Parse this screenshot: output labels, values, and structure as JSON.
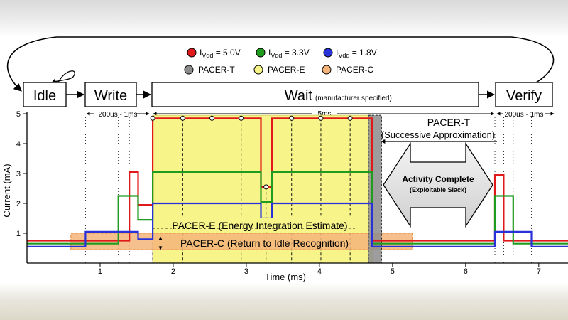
{
  "legend": {
    "series": [
      {
        "prefix": "I",
        "sub": "Vdd",
        "value": " = 5.0V",
        "color": "#e0191b"
      },
      {
        "prefix": "I",
        "sub": "Vdd",
        "value": " = 3.3V",
        "color": "#1f9b1f"
      },
      {
        "prefix": "I",
        "sub": "Vdd",
        "value": " = 1.8V",
        "color": "#2832d8"
      }
    ],
    "regions": [
      {
        "label": "PACER-T",
        "color": "#8c8c8c"
      },
      {
        "label": "PACER-E",
        "color": "#f7f58a"
      },
      {
        "label": "PACER-C",
        "color": "#f4b47a"
      }
    ]
  },
  "states": {
    "idle": "Idle",
    "write": "Write",
    "wait": "Wait",
    "wait_note": "(manufacturer specified)",
    "verify": "Verify"
  },
  "durations": {
    "write": "200us - 1ms",
    "wait": "5ms",
    "verify": "200us - 1ms"
  },
  "annotations": {
    "pacer_t_title": "PACER-T",
    "pacer_t_sub": "(Successive Approximation)",
    "activity_title": "Activity Complete",
    "activity_sub": "(Exploitable Slack)",
    "pacer_e": "PACER-E (Energy Integration Estimate)",
    "pacer_c": "PACER-C (Return to Idle Recognition)"
  },
  "chart_data": {
    "type": "line",
    "xlabel": "Time (ms)",
    "ylabel": "Current (mA)",
    "xlim": [
      0,
      7.4
    ],
    "ylim": [
      0,
      5
    ],
    "xticks": [
      1,
      2,
      3,
      4,
      5,
      6,
      7
    ],
    "yticks": [
      1,
      2,
      3,
      4,
      5
    ],
    "series": [
      {
        "name": "5.0V",
        "color": "#e0191b",
        "points": [
          [
            0,
            0.75
          ],
          [
            1.4,
            0.75
          ],
          [
            1.4,
            3.05
          ],
          [
            1.52,
            3.05
          ],
          [
            1.52,
            1.95
          ],
          [
            1.72,
            1.95
          ],
          [
            1.72,
            4.85
          ],
          [
            3.2,
            4.85
          ],
          [
            3.2,
            2.55
          ],
          [
            3.35,
            2.55
          ],
          [
            3.35,
            4.85
          ],
          [
            4.72,
            4.85
          ],
          [
            4.72,
            0.75
          ],
          [
            6.4,
            0.75
          ],
          [
            6.4,
            2.95
          ],
          [
            6.52,
            2.95
          ],
          [
            6.52,
            0.75
          ],
          [
            7.4,
            0.75
          ]
        ]
      },
      {
        "name": "3.3V",
        "color": "#1f9b1f",
        "points": [
          [
            0,
            0.65
          ],
          [
            1.25,
            0.65
          ],
          [
            1.25,
            2.25
          ],
          [
            1.52,
            2.25
          ],
          [
            1.52,
            1.45
          ],
          [
            1.72,
            1.45
          ],
          [
            1.72,
            3.05
          ],
          [
            3.2,
            3.05
          ],
          [
            3.2,
            2.05
          ],
          [
            3.35,
            2.05
          ],
          [
            3.35,
            3.05
          ],
          [
            4.72,
            3.05
          ],
          [
            4.72,
            0.65
          ],
          [
            6.4,
            0.65
          ],
          [
            6.4,
            2.25
          ],
          [
            6.65,
            2.25
          ],
          [
            6.65,
            0.65
          ],
          [
            7.4,
            0.65
          ]
        ]
      },
      {
        "name": "1.8V",
        "color": "#2832d8",
        "points": [
          [
            0,
            0.55
          ],
          [
            0.8,
            0.55
          ],
          [
            0.8,
            1.05
          ],
          [
            1.52,
            1.05
          ],
          [
            1.52,
            0.8
          ],
          [
            1.72,
            0.8
          ],
          [
            1.72,
            2.0
          ],
          [
            3.2,
            2.0
          ],
          [
            3.2,
            1.5
          ],
          [
            3.35,
            1.5
          ],
          [
            3.35,
            2.0
          ],
          [
            4.72,
            2.0
          ],
          [
            4.72,
            0.55
          ],
          [
            6.4,
            0.55
          ],
          [
            6.4,
            1.05
          ],
          [
            6.9,
            1.05
          ],
          [
            6.9,
            0.55
          ],
          [
            7.4,
            0.55
          ]
        ]
      }
    ],
    "sample_points": [
      [
        1.72,
        4.85
      ],
      [
        2.13,
        4.85
      ],
      [
        2.53,
        4.85
      ],
      [
        2.93,
        4.85
      ],
      [
        3.27,
        2.55
      ],
      [
        3.62,
        4.85
      ],
      [
        4.02,
        4.85
      ],
      [
        4.42,
        4.85
      ]
    ],
    "regions": {
      "pacer_e": {
        "x": [
          1.72,
          4.72
        ],
        "y": [
          0,
          5
        ]
      },
      "pacer_c": {
        "x": [
          0.6,
          5.27
        ],
        "y": [
          0.45,
          1.0
        ]
      },
      "pacer_t": {
        "x": [
          4.67,
          4.85
        ],
        "y": [
          0,
          5
        ]
      }
    },
    "grid": false
  }
}
